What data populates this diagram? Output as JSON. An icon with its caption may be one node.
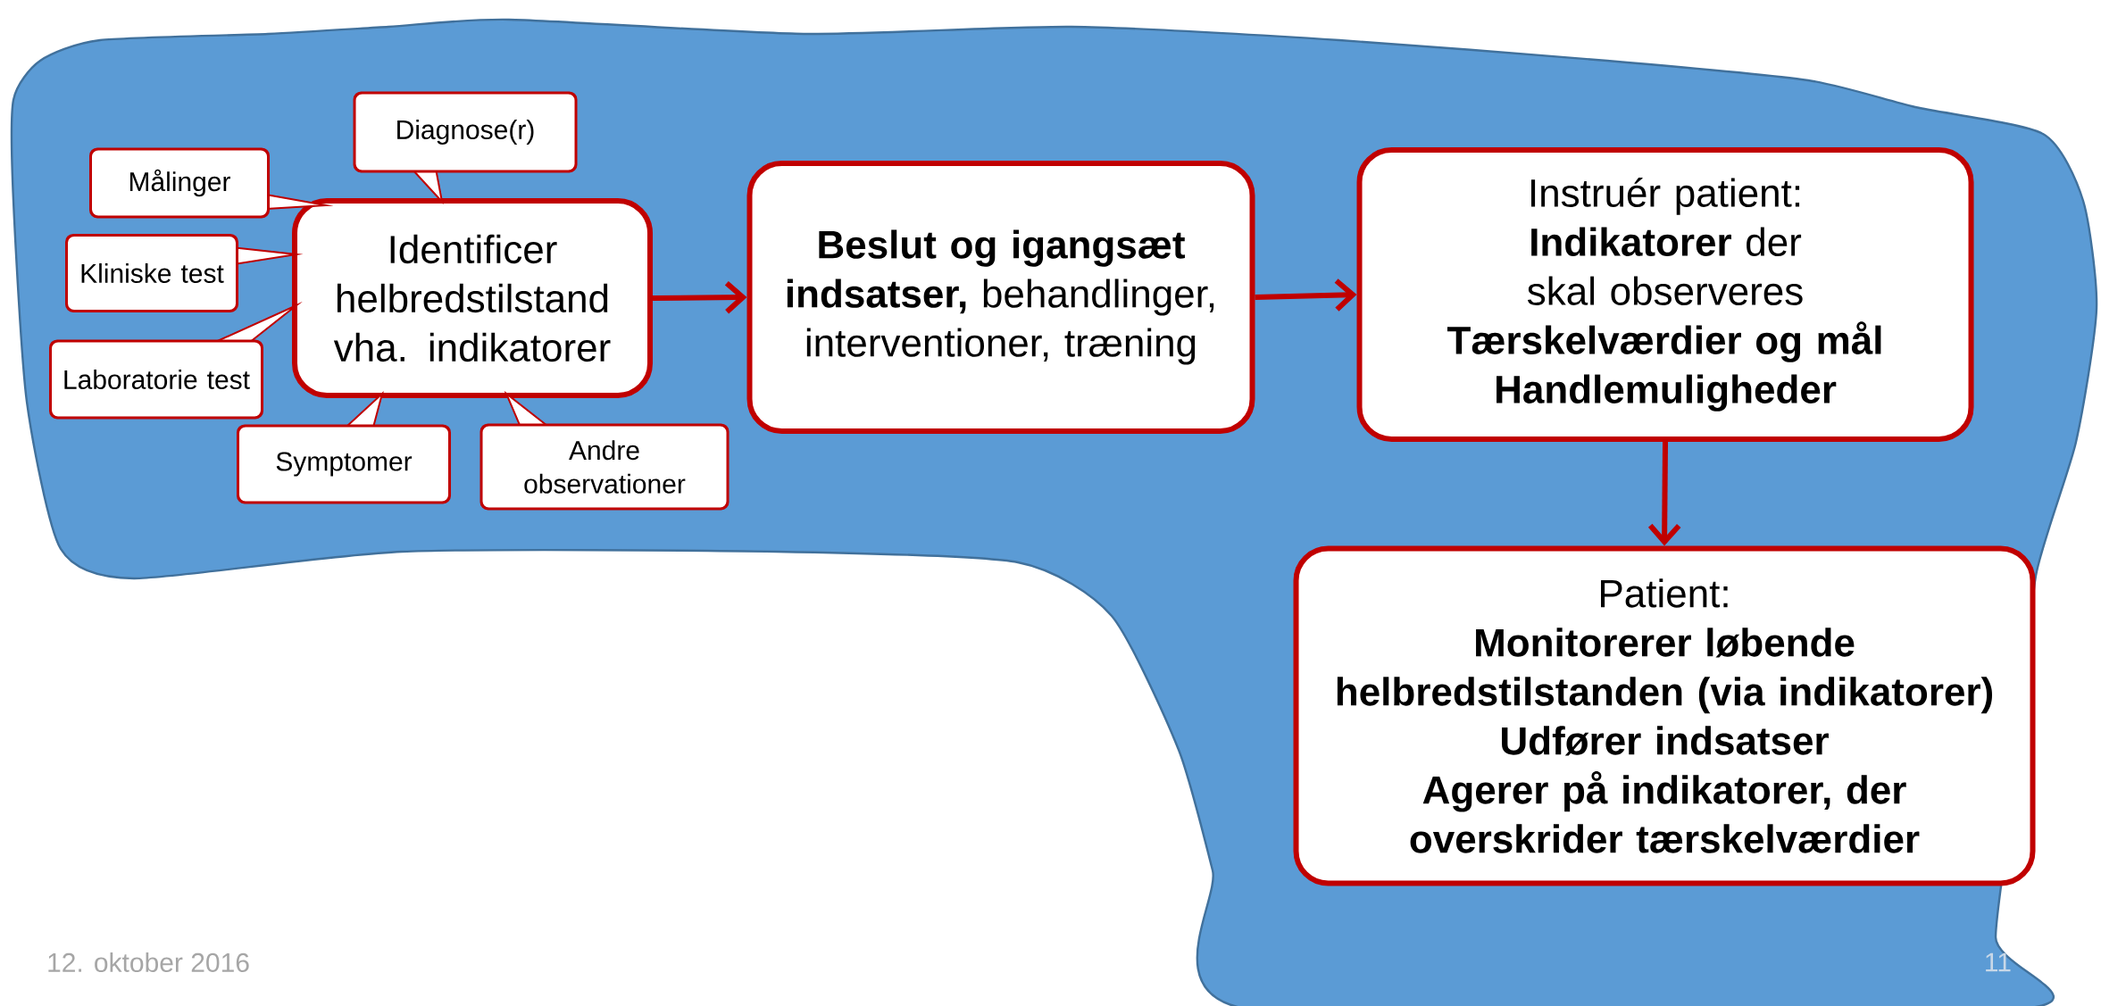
{
  "diagram": {
    "nodes": [
      {
        "text": [
          "Identificer helbredstilstand vha. indikatorer"
        ]
      },
      {
        "text": [
          "**Beslut og igangsæt indsatser,** behandlinger, interventioner, træning"
        ]
      },
      {
        "text": [
          "Instruér patient:",
          "**Indikatorer** der skal observeres",
          "**Tærskelværdier og mål**",
          "**Handlemuligheder**"
        ]
      },
      {
        "text": [
          "Patient:",
          "**Monitorerer løbende helbredstilstanden (via indikatorer)**",
          "**Udfører indsatser**",
          "**Agerer på indikatorer, der overskrider tærskelværdier**"
        ]
      },
      {
        "text": [
          "Målinger"
        ]
      },
      {
        "text": [
          "Diagnose(r)"
        ]
      },
      {
        "text": [
          "Kliniske test"
        ]
      },
      {
        "text": [
          "Laboratorie test"
        ]
      },
      {
        "text": [
          "Symptomer"
        ]
      },
      {
        "text": [
          "Andre observationer"
        ]
      }
    ],
    "edges": [
      {
        "from": 0,
        "to": 1,
        "arrow": "to"
      },
      {
        "from": 1,
        "to": 2,
        "arrow": "to"
      },
      {
        "from": 2,
        "to": 3,
        "arrow": "to"
      }
    ],
    "labels": [
      "12. oktober 2016",
      "11"
    ]
  }
}
